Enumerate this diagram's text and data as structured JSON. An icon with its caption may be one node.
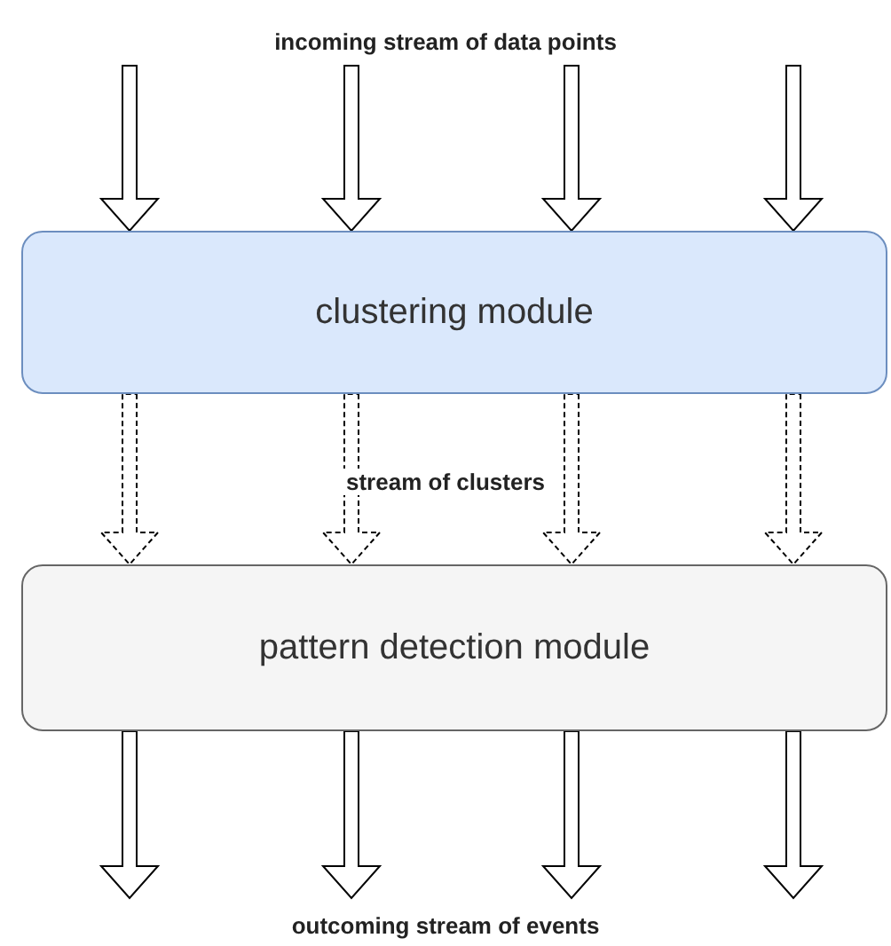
{
  "diagram": {
    "nodes": [
      {
        "text": [
          "clustering module"
        ]
      },
      {
        "text": [
          "pattern detection module"
        ]
      }
    ],
    "edges": [
      {
        "from": null,
        "to": 0,
        "arrow": "to"
      },
      {
        "from": null,
        "to": 0,
        "arrow": "to"
      },
      {
        "from": null,
        "to": 0,
        "arrow": "to"
      },
      {
        "from": null,
        "to": 0,
        "arrow": "to"
      },
      {
        "from": 0,
        "to": 1,
        "arrow": "to",
        "style": "dashed"
      },
      {
        "from": 0,
        "to": 1,
        "arrow": "to",
        "style": "dashed"
      },
      {
        "from": 0,
        "to": 1,
        "arrow": "to",
        "style": "dashed"
      },
      {
        "from": 0,
        "to": 1,
        "arrow": "to",
        "style": "dashed"
      },
      {
        "from": 1,
        "to": null,
        "arrow": "to"
      },
      {
        "from": 1,
        "to": null,
        "arrow": "to"
      },
      {
        "from": 1,
        "to": null,
        "arrow": "to"
      },
      {
        "from": 1,
        "to": null,
        "arrow": "to"
      }
    ],
    "labels": [
      "incoming stream of data points",
      "stream of clusters",
      "outcoming stream of events"
    ]
  }
}
